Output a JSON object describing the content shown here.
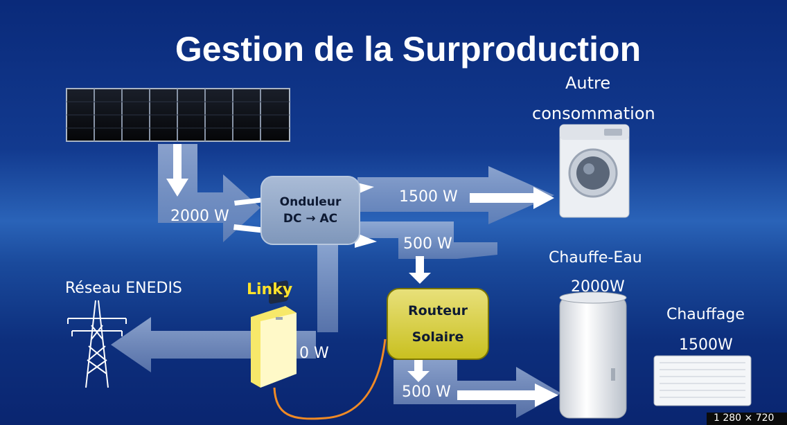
{
  "title": "Gestion de la Surproduction",
  "labels": {
    "autre_line1": "Autre",
    "autre_line2": "consommation",
    "prod_power": "2000 W",
    "onduleur_line1": "Onduleur",
    "onduleur_line2": "DC → AC",
    "conso_power": "1500 W",
    "surplus_power": "500 W",
    "reseau": "Réseau ENEDIS",
    "linky": "Linky",
    "grid_power": "0 W",
    "routeur_line1": "Routeur",
    "routeur_line2": "Solaire",
    "heater_power_flow": "500 W",
    "chauffe_eau": "Chauffe-Eau",
    "chauffe_eau_power": "2000W",
    "chauffage": "Chauffage",
    "chauffage_power": "1500W"
  },
  "corner_badge": "1 280 × 720",
  "colors": {
    "background": "#0d2f7d",
    "linky_label": "#ffe22b",
    "routeur_fill": "#d9d23a",
    "cable": "#f08a25"
  }
}
